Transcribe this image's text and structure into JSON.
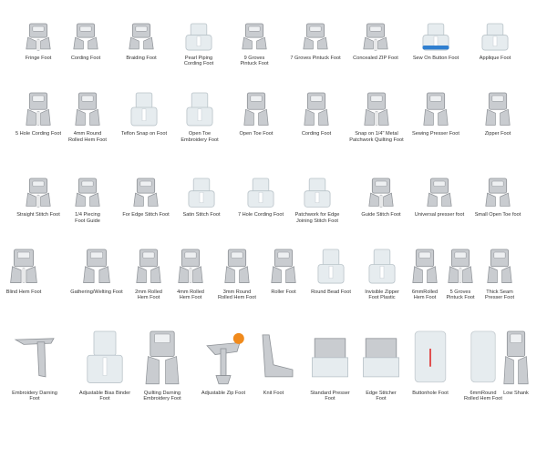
{
  "catalog": {
    "items": [
      {
        "label": "Fringe Foot"
      },
      {
        "label": "Cording Foot"
      },
      {
        "label": "Braiding Foot"
      },
      {
        "label": "Pearl Piping\nCording Foot"
      },
      {
        "label": "9 Groves\nPintuck Foot"
      },
      {
        "label": "7 Groves Pintuck Foot"
      },
      {
        "label": "Concealed ZIP Foot"
      },
      {
        "label": "Sew On Button Foot"
      },
      {
        "label": "Applique Foot"
      },
      {
        "label": "5 Hole Cording Foot"
      },
      {
        "label": "4mm Round\nRolled Hem Foot"
      },
      {
        "label": "Teflon Snap on Foot"
      },
      {
        "label": "Open Toe\nEmbroidery Foot"
      },
      {
        "label": "Open Toe Foot"
      },
      {
        "label": "Cording Foot"
      },
      {
        "label": "Snap on 1/4\" Metal\nPatchwork Quilting Foot"
      },
      {
        "label": "Sewing Presser Foot"
      },
      {
        "label": "Zipper Foot"
      },
      {
        "label": "Straight Stitch Foot"
      },
      {
        "label": "1/4 Piecing\nFoot Guide"
      },
      {
        "label": "For Edge Stitch Foot"
      },
      {
        "label": "Satin Stitch Foot"
      },
      {
        "label": "7 Hole Cording Foot"
      },
      {
        "label": "Patchwork for Edge\nJoining Stitch Foot"
      },
      {
        "label": "Guide Stitch Foot"
      },
      {
        "label": "Universal presser foot"
      },
      {
        "label": "Small Open Toe foot"
      },
      {
        "label": "Blind Hem Foot"
      },
      {
        "label": "Gathering/Welting Foot"
      },
      {
        "label": "2mm Rolled\nHem Foot"
      },
      {
        "label": "4mm Rolled\nHem Foot"
      },
      {
        "label": "3mm Round\nRolled Hem Foot"
      },
      {
        "label": "Roller Foot"
      },
      {
        "label": "Round Bead Foot"
      },
      {
        "label": "Invisible Zipper\nFoot Plastic"
      },
      {
        "label": "6mmRolled\nHem Foot"
      },
      {
        "label": "5 Groves\nPintuck Foot"
      },
      {
        "label": "Thick Seam\nPresser Foot"
      },
      {
        "label": "Embroidery Darning Foot"
      },
      {
        "label": "Adjustable Bias Binder Foot"
      },
      {
        "label": "Quilting Darning\nEmbroidery Foot"
      },
      {
        "label": "Adjustable Zip Foot"
      },
      {
        "label": "Knit Foot"
      },
      {
        "label": "Standard Presser\nFoot"
      },
      {
        "label": "Edge Stitcher\nFoot"
      },
      {
        "label": "Buttonhole Foot"
      },
      {
        "label": "6mmRound\nRolled Hem Foot"
      },
      {
        "label": "Low Shank"
      }
    ]
  },
  "colors": {
    "metal": "#c9ccd0",
    "metal_dark": "#8d9196",
    "plastic": "#e6ecef",
    "blue": "#2f7fd0",
    "orange": "#f08a1c"
  }
}
